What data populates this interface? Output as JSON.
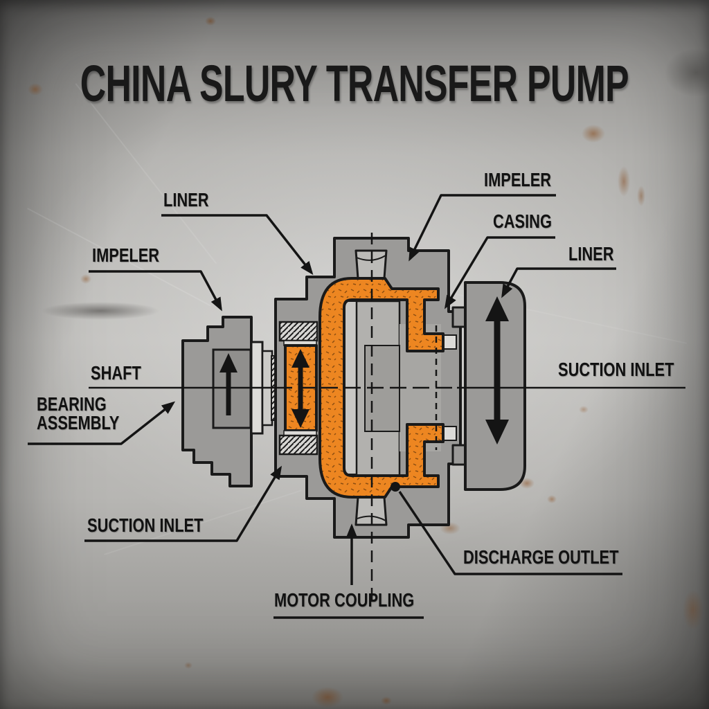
{
  "title": "CHINA SLURY TRANSFER PUMP",
  "labels": {
    "liner_top_left": "LINER",
    "impeller_left": "IMPELER",
    "impeller_top_right": "IMPELER",
    "casing_right": "CASING",
    "liner_right": "LINER",
    "shaft": "SHAFT",
    "bearing_assembly_line1": "BEARING",
    "bearing_assembly_line2": "ASSEMBLY",
    "suction_inlet_right": "SUCTION INLET",
    "suction_inlet_bottom_left": "SUCTION INLET",
    "motor_coupling": "MOTOR COUPLING",
    "discharge_outlet": "DISCHARGE OUTLET"
  },
  "diagram": {
    "type": "cutaway cross-section diagram",
    "subject": "centrifugal slurry transfer pump",
    "style": "black technical line art on scratched brushed-metal background",
    "colors": {
      "accent": "#ed8621",
      "casing": "#9b9a98",
      "line": "#1a1a1a",
      "label": "#121212",
      "metal-light": "#c4c3c0",
      "metal-dark": "#8e8d8b"
    },
    "icons": {
      "flow_arrow_up": "single-headed up arrow",
      "flow_arrow_double": "double-headed vertical arrow",
      "leader_arrow": "filled triangle arrowhead",
      "leader_dot": "filled circle anchor"
    }
  }
}
